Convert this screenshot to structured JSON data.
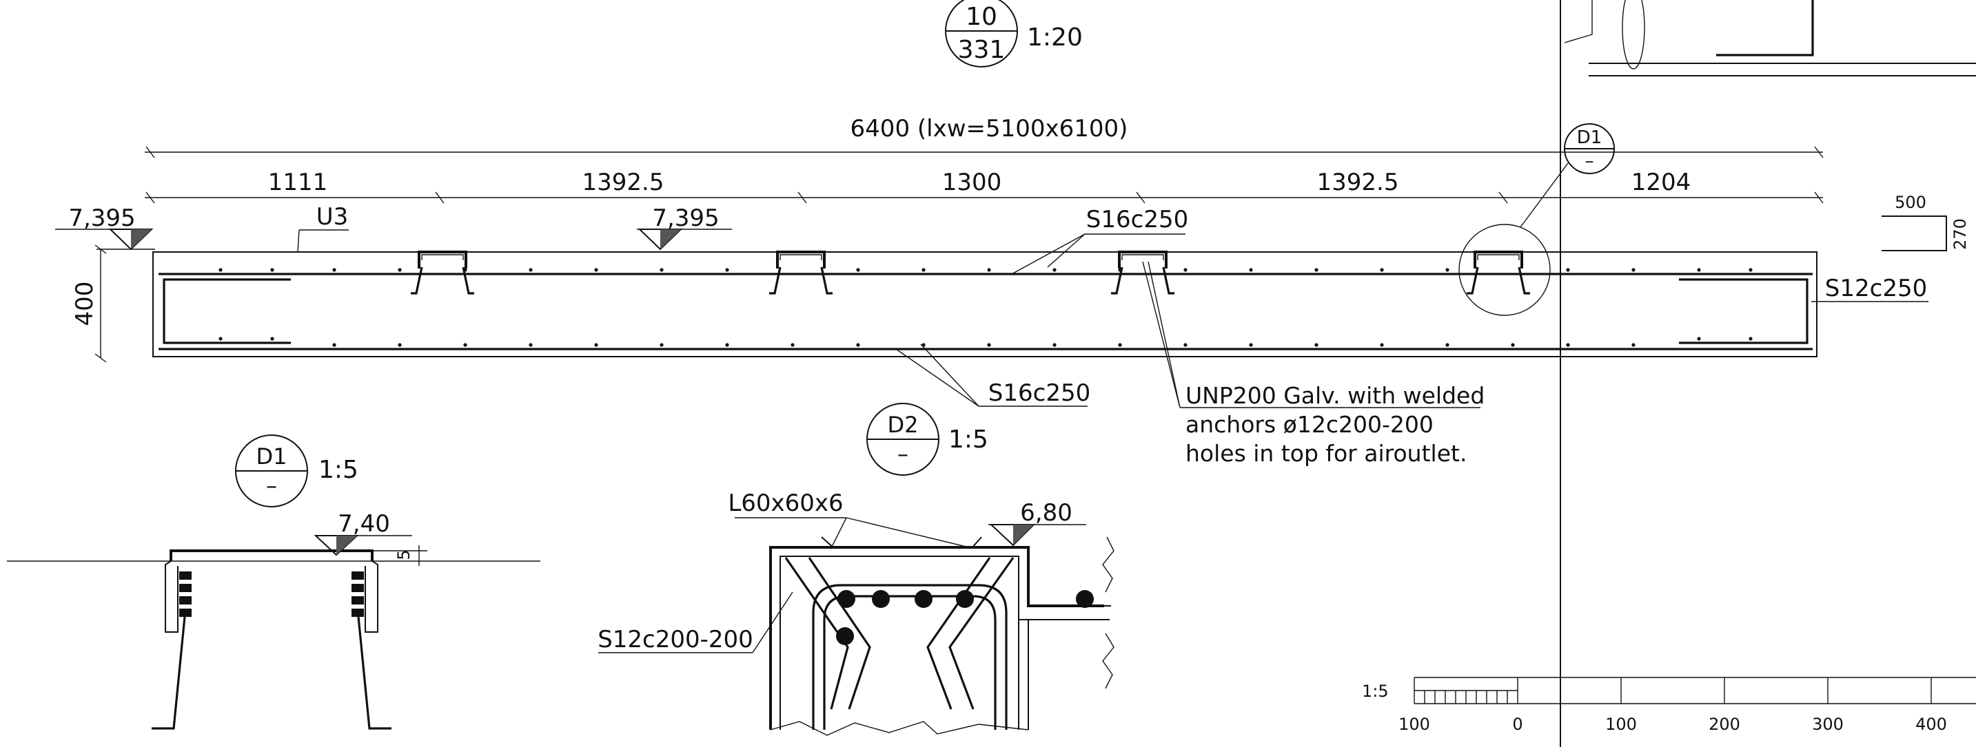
{
  "main_section": {
    "callout_top": "10",
    "callout_bottom": "331",
    "scale": "1:20",
    "overall_dim": "6400 (lxw=5100x6100)",
    "dims": [
      "1111",
      "1392.5",
      "1300",
      "1392.5",
      "1204"
    ],
    "level_left": "7,395",
    "level_mid": "7,395",
    "height_dim": "400",
    "label_u3": "U3",
    "label_top_bar": "S16c250",
    "label_bottom_bar": "S16c250",
    "label_side_bar": "S12c250",
    "note_line1": "UNP200 Galv. with welded",
    "note_line2": "anchors ø12c200-200",
    "note_line3": "holes in top for airoutlet.",
    "detail_ref_top": "D1",
    "detail_ref_bottom": "–"
  },
  "bar_shape": {
    "len": "500",
    "hook": "270"
  },
  "detail_d1": {
    "id": "D1",
    "sub": "–",
    "scale": "1:5",
    "level": "7,40",
    "dim": "5"
  },
  "detail_d2": {
    "id": "D2",
    "sub": "–",
    "scale": "1:5",
    "level": "6,80",
    "label_angle": "L60x60x6",
    "label_bar": "S12c200-200"
  },
  "scale_bar": {
    "label": "1:5",
    "ticks": [
      "100",
      "0",
      "100",
      "200",
      "300",
      "400"
    ]
  }
}
